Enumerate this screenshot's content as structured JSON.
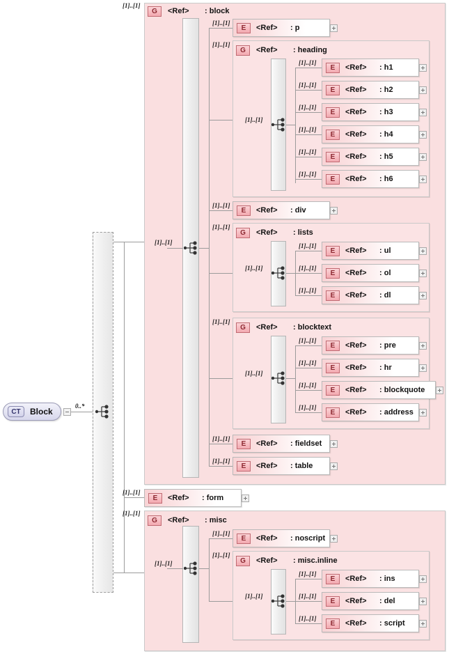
{
  "diagram": {
    "type": "xsd-content-model",
    "root": {
      "kind": "complexType",
      "badge": "CT",
      "label": "Block",
      "occurrence": "0..*"
    },
    "ref_label": "<Ref>",
    "default_cardinality": "[1]..[1]",
    "compositor_icon": "choice-icon",
    "expander_icon": "plus-icon",
    "collapser_icon": "minus-icon",
    "colors": {
      "group_fill": "#fadfe0",
      "node_gradient_start": "#f8d3d5",
      "node_gradient_end": "#ffffff",
      "badge_border": "#c06a72",
      "badge_text": "#8c2730",
      "line": "#9b9b9b",
      "ct_fill": "#e3e3f2",
      "ct_border": "#9a9ab5"
    },
    "nodes": {
      "block": {
        "badge": "G",
        "ref": "<Ref>",
        "name": ": block",
        "cardinality": "[1]..[1]"
      },
      "p": {
        "badge": "E",
        "ref": "<Ref>",
        "name": ": p",
        "cardinality": "[1]..[1]"
      },
      "heading": {
        "badge": "G",
        "ref": "<Ref>",
        "name": ": heading",
        "cardinality": "[1]..[1]"
      },
      "h1": {
        "badge": "E",
        "ref": "<Ref>",
        "name": ": h1",
        "cardinality": "[1]..[1]"
      },
      "h2": {
        "badge": "E",
        "ref": "<Ref>",
        "name": ": h2",
        "cardinality": "[1]..[1]"
      },
      "h3": {
        "badge": "E",
        "ref": "<Ref>",
        "name": ": h3",
        "cardinality": "[1]..[1]"
      },
      "h4": {
        "badge": "E",
        "ref": "<Ref>",
        "name": ": h4",
        "cardinality": "[1]..[1]"
      },
      "h5": {
        "badge": "E",
        "ref": "<Ref>",
        "name": ": h5",
        "cardinality": "[1]..[1]"
      },
      "h6": {
        "badge": "E",
        "ref": "<Ref>",
        "name": ": h6",
        "cardinality": "[1]..[1]"
      },
      "div": {
        "badge": "E",
        "ref": "<Ref>",
        "name": ": div",
        "cardinality": "[1]..[1]"
      },
      "lists": {
        "badge": "G",
        "ref": "<Ref>",
        "name": ": lists",
        "cardinality": "[1]..[1]"
      },
      "ul": {
        "badge": "E",
        "ref": "<Ref>",
        "name": ": ul",
        "cardinality": "[1]..[1]"
      },
      "ol": {
        "badge": "E",
        "ref": "<Ref>",
        "name": ": ol",
        "cardinality": "[1]..[1]"
      },
      "dl": {
        "badge": "E",
        "ref": "<Ref>",
        "name": ": dl",
        "cardinality": "[1]..[1]"
      },
      "blocktext": {
        "badge": "G",
        "ref": "<Ref>",
        "name": ": blocktext",
        "cardinality": "[1]..[1]"
      },
      "pre": {
        "badge": "E",
        "ref": "<Ref>",
        "name": ": pre",
        "cardinality": "[1]..[1]"
      },
      "hr": {
        "badge": "E",
        "ref": "<Ref>",
        "name": ": hr",
        "cardinality": "[1]..[1]"
      },
      "blockquote": {
        "badge": "E",
        "ref": "<Ref>",
        "name": ": blockquote",
        "cardinality": "[1]..[1]"
      },
      "address": {
        "badge": "E",
        "ref": "<Ref>",
        "name": ": address",
        "cardinality": "[1]..[1]"
      },
      "fieldset": {
        "badge": "E",
        "ref": "<Ref>",
        "name": ": fieldset",
        "cardinality": "[1]..[1]"
      },
      "table": {
        "badge": "E",
        "ref": "<Ref>",
        "name": ": table",
        "cardinality": "[1]..[1]"
      },
      "form": {
        "badge": "E",
        "ref": "<Ref>",
        "name": ": form",
        "cardinality": "[1]..[1]"
      },
      "misc": {
        "badge": "G",
        "ref": "<Ref>",
        "name": ": misc",
        "cardinality": "[1]..[1]"
      },
      "noscript": {
        "badge": "E",
        "ref": "<Ref>",
        "name": ": noscript",
        "cardinality": "[1]..[1]"
      },
      "miscinline": {
        "badge": "G",
        "ref": "<Ref>",
        "name": ": misc.inline",
        "cardinality": "[1]..[1]"
      },
      "ins": {
        "badge": "E",
        "ref": "<Ref>",
        "name": ": ins",
        "cardinality": "[1]..[1]"
      },
      "del": {
        "badge": "E",
        "ref": "<Ref>",
        "name": ": del",
        "cardinality": "[1]..[1]"
      },
      "script": {
        "badge": "E",
        "ref": "<Ref>",
        "name": ": script",
        "cardinality": "[1]..[1]"
      }
    }
  }
}
